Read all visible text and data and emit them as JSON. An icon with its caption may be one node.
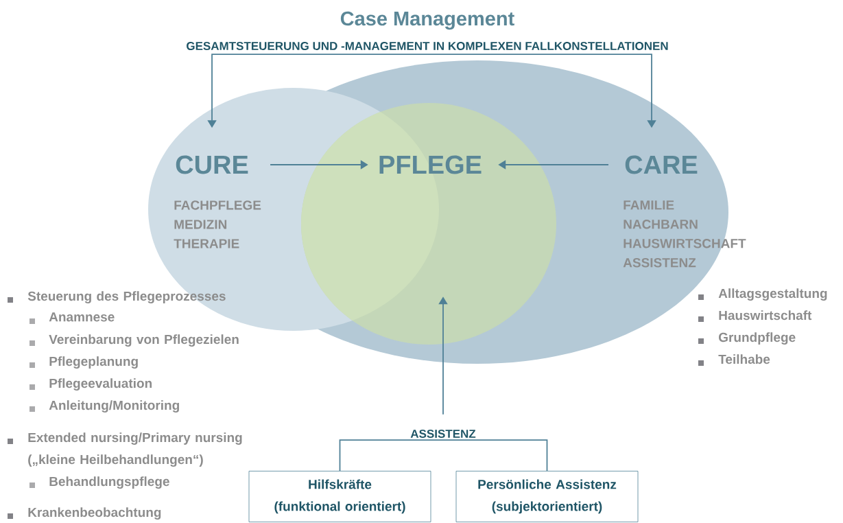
{
  "diagram": {
    "title": "Case Management",
    "nodes": [
      {
        "text": [
          "GESAMTSTEUERUNG UND -MANAGEMENT IN KOMPLEXEN FALLKONSTELLATIONEN"
        ]
      },
      {
        "text": [
          "CURE",
          "FACHPFLEGE MEDIZIN THERAPIE"
        ]
      },
      {
        "text": [
          "CARE",
          "FAMILIE NACHBARN HAUSWIRTSCHAFT ASSISTENZ"
        ]
      },
      {
        "text": [
          "PFLEGE"
        ],
        "in": 2
      },
      {
        "text": [
          "ASSISTENZ"
        ]
      },
      {
        "text": [
          "Hilfskräfte (funktional orientiert)"
        ]
      },
      {
        "text": [
          "Persönliche Assistenz (subjektorientiert)"
        ]
      }
    ],
    "edges": [
      {
        "from": 0,
        "to": 1,
        "arrow": "to"
      },
      {
        "from": 0,
        "to": 2,
        "arrow": "to"
      },
      {
        "from": 1,
        "to": 3,
        "arrow": "to"
      },
      {
        "from": 2,
        "to": 3,
        "arrow": "to"
      },
      {
        "from": 4,
        "to": 3,
        "arrow": "to"
      },
      {
        "from": 4,
        "to": 5,
        "arrow": "none"
      },
      {
        "from": 4,
        "to": 6,
        "arrow": "none"
      }
    ],
    "labels": [
      "Steuerung des Pflegeprozesses",
      "Anamnese",
      "Vereinbarung von Pflegezielen",
      "Pflegeplanung",
      "Pflegeevaluation",
      "Anleitung/Monitoring",
      "Extended nursing/Primary nursing („kleine Heilbehandlungen“)",
      "Behandlungspflege",
      "Krankenbeobachtung",
      "Alltagsgestaltung",
      "Hauswirtschaft",
      "Grundpflege",
      "Teilhabe"
    ]
  }
}
